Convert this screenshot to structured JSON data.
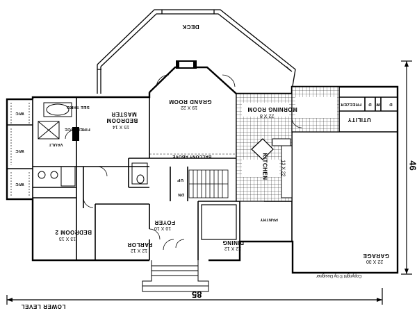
{
  "rooms": {
    "deck": {
      "name": "DECK"
    },
    "grand_room": {
      "name": "GRAND ROOM",
      "size": "19 X 22"
    },
    "master_bedroom": {
      "name_line1": "MASTER",
      "name_line2": "BEDROOM",
      "size": "15 X 14"
    },
    "morning_room": {
      "name": "MORNING ROOM",
      "size": "22 X 8"
    },
    "kitchen": {
      "name": "KITCHEN",
      "size": "13 X 22"
    },
    "utility": {
      "name": "UTILITY"
    },
    "freezer": {
      "name": "FREEZER"
    },
    "dw": {
      "d": "D",
      "w": "W"
    },
    "dryer": {
      "name": "D"
    },
    "garage": {
      "name": "GARAGE",
      "size": "22 X 30"
    },
    "dining": {
      "name": "DINING",
      "size": "12 X 12"
    },
    "foyer": {
      "name": "FOYER",
      "size": "10 X 10"
    },
    "parlor": {
      "name": "PARLOR",
      "size": "12 X 12"
    },
    "bedroom2": {
      "name": "BEDROOM 2",
      "size": "13 X 13"
    },
    "pantry": {
      "name": "PANTRY"
    },
    "fireplace": {
      "line1": "SEE THRU",
      "line2": "FIREPLACE"
    },
    "vault": {
      "name": "VAULT"
    },
    "wic": {
      "name": "WIC"
    },
    "balcony": {
      "name": "BALCONY ABOVE"
    },
    "up": {
      "name": "UP"
    },
    "dn": {
      "name": "DN"
    }
  },
  "dimensions": {
    "width": "85",
    "depth": "46"
  },
  "caption": {
    "level": "LOWER LEVEL",
    "copyright": "Copyright ©  by Designer"
  },
  "colors": {
    "line": "#000000",
    "background": "#ffffff",
    "tile": "#000000"
  }
}
